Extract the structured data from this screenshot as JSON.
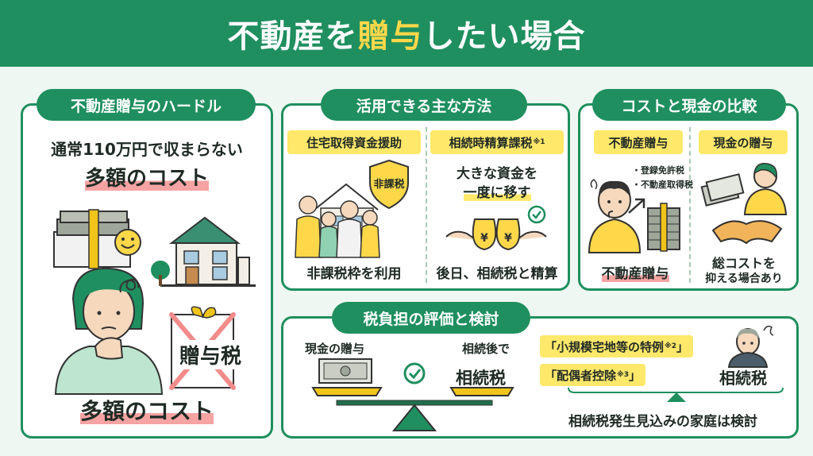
{
  "header": {
    "title_part1": "不動産を",
    "title_highlight": "贈与",
    "title_part2": "したい場合"
  },
  "panel_hurdles": {
    "title": "不動産贈与のハードル",
    "line1": "通常110万円で収まらない",
    "line2": "多額のコスト",
    "tax_label": "贈与税",
    "bottom": "多額のコスト"
  },
  "panel_methods": {
    "title": "活用できる主な方法",
    "method1": {
      "label": "住宅取得資金援助",
      "badge": "非課税",
      "caption": "非課税枠を利用"
    },
    "method2": {
      "label": "相続時精算課税",
      "note": "※1",
      "desc_line1": "大きな資金を",
      "desc_line2": "一度に移す",
      "bag_symbol": "¥",
      "caption": "後日、相続税と精算"
    }
  },
  "panel_compare": {
    "title": "コストと現金の比較",
    "col1": {
      "label": "不動産贈与",
      "tax1": "・登録免許税",
      "tax2": "・不動産取得税",
      "caption": "不動産贈与"
    },
    "col2": {
      "label": "現金の贈与",
      "caption_line1": "総コストを",
      "caption_line2": "抑える場合あり"
    }
  },
  "panel_eval": {
    "title": "税負担の評価と検討",
    "left_label": "現金の贈与",
    "right_label_line1": "相続後で",
    "right_label_line2": "相続税",
    "special1": "「小規模宅地等の特例",
    "special1_note": "※2",
    "special1_close": "」",
    "special2": "「配偶者控除",
    "special2_note": "※3",
    "special2_close": "」",
    "person_label": "相続税",
    "bottom": "相続税発生見込みの家庭は検討"
  },
  "colors": {
    "green": "#1f8f5f",
    "yellow": "#ffe86a",
    "red_highlight": "#f6a3a3",
    "background": "#eef7f1"
  }
}
